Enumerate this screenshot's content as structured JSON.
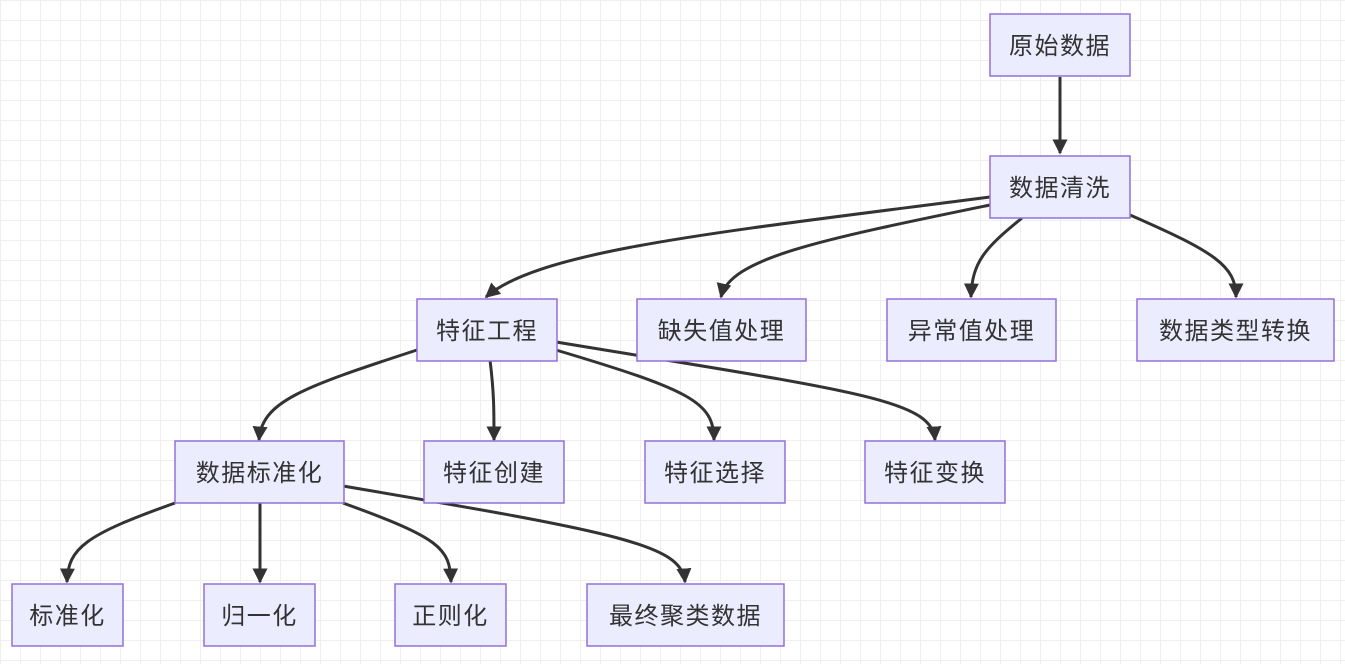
{
  "diagram": {
    "nodes": [
      {
        "id": "raw",
        "label": "原始数据"
      },
      {
        "id": "clean",
        "label": "数据清洗"
      },
      {
        "id": "feat",
        "label": "特征工程"
      },
      {
        "id": "missing",
        "label": "缺失值处理"
      },
      {
        "id": "outlier",
        "label": "异常值处理"
      },
      {
        "id": "dtype",
        "label": "数据类型转换"
      },
      {
        "id": "scale",
        "label": "数据标准化"
      },
      {
        "id": "create",
        "label": "特征创建"
      },
      {
        "id": "select",
        "label": "特征选择"
      },
      {
        "id": "transform",
        "label": "特征变换"
      },
      {
        "id": "std",
        "label": "标准化"
      },
      {
        "id": "norm",
        "label": "归一化"
      },
      {
        "id": "reg",
        "label": "正则化"
      },
      {
        "id": "final",
        "label": "最终聚类数据"
      }
    ],
    "edges": [
      {
        "from": "raw",
        "to": "clean"
      },
      {
        "from": "clean",
        "to": "feat"
      },
      {
        "from": "clean",
        "to": "missing"
      },
      {
        "from": "clean",
        "to": "outlier"
      },
      {
        "from": "clean",
        "to": "dtype"
      },
      {
        "from": "feat",
        "to": "scale"
      },
      {
        "from": "feat",
        "to": "create"
      },
      {
        "from": "feat",
        "to": "select"
      },
      {
        "from": "feat",
        "to": "transform"
      },
      {
        "from": "scale",
        "to": "std"
      },
      {
        "from": "scale",
        "to": "norm"
      },
      {
        "from": "scale",
        "to": "reg"
      },
      {
        "from": "scale",
        "to": "final"
      }
    ]
  }
}
